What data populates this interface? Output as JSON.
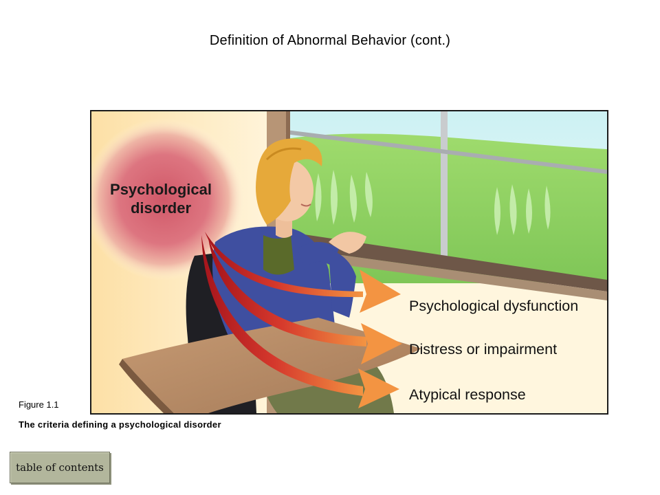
{
  "slide": {
    "title": "Definition of Abnormal Behavior (cont.)"
  },
  "figure": {
    "source_label": "Psychological disorder",
    "source_line1": "Psychological",
    "source_line2": "disorder",
    "criteria": [
      "Psychological dysfunction",
      "Distress or impairment",
      "Atypical response"
    ],
    "figure_number": "Figure 1.1",
    "caption": "The criteria defining a psychological  disorder"
  },
  "navigation": {
    "toc_label": "table of contents"
  },
  "colors": {
    "wall": "#fff5dc",
    "halo": "#d9626e",
    "arrow_start": "#b01a22",
    "arrow_end": "#f2913f",
    "window_sky": "#d8f4f4",
    "window_grass": "#8fd05f"
  }
}
